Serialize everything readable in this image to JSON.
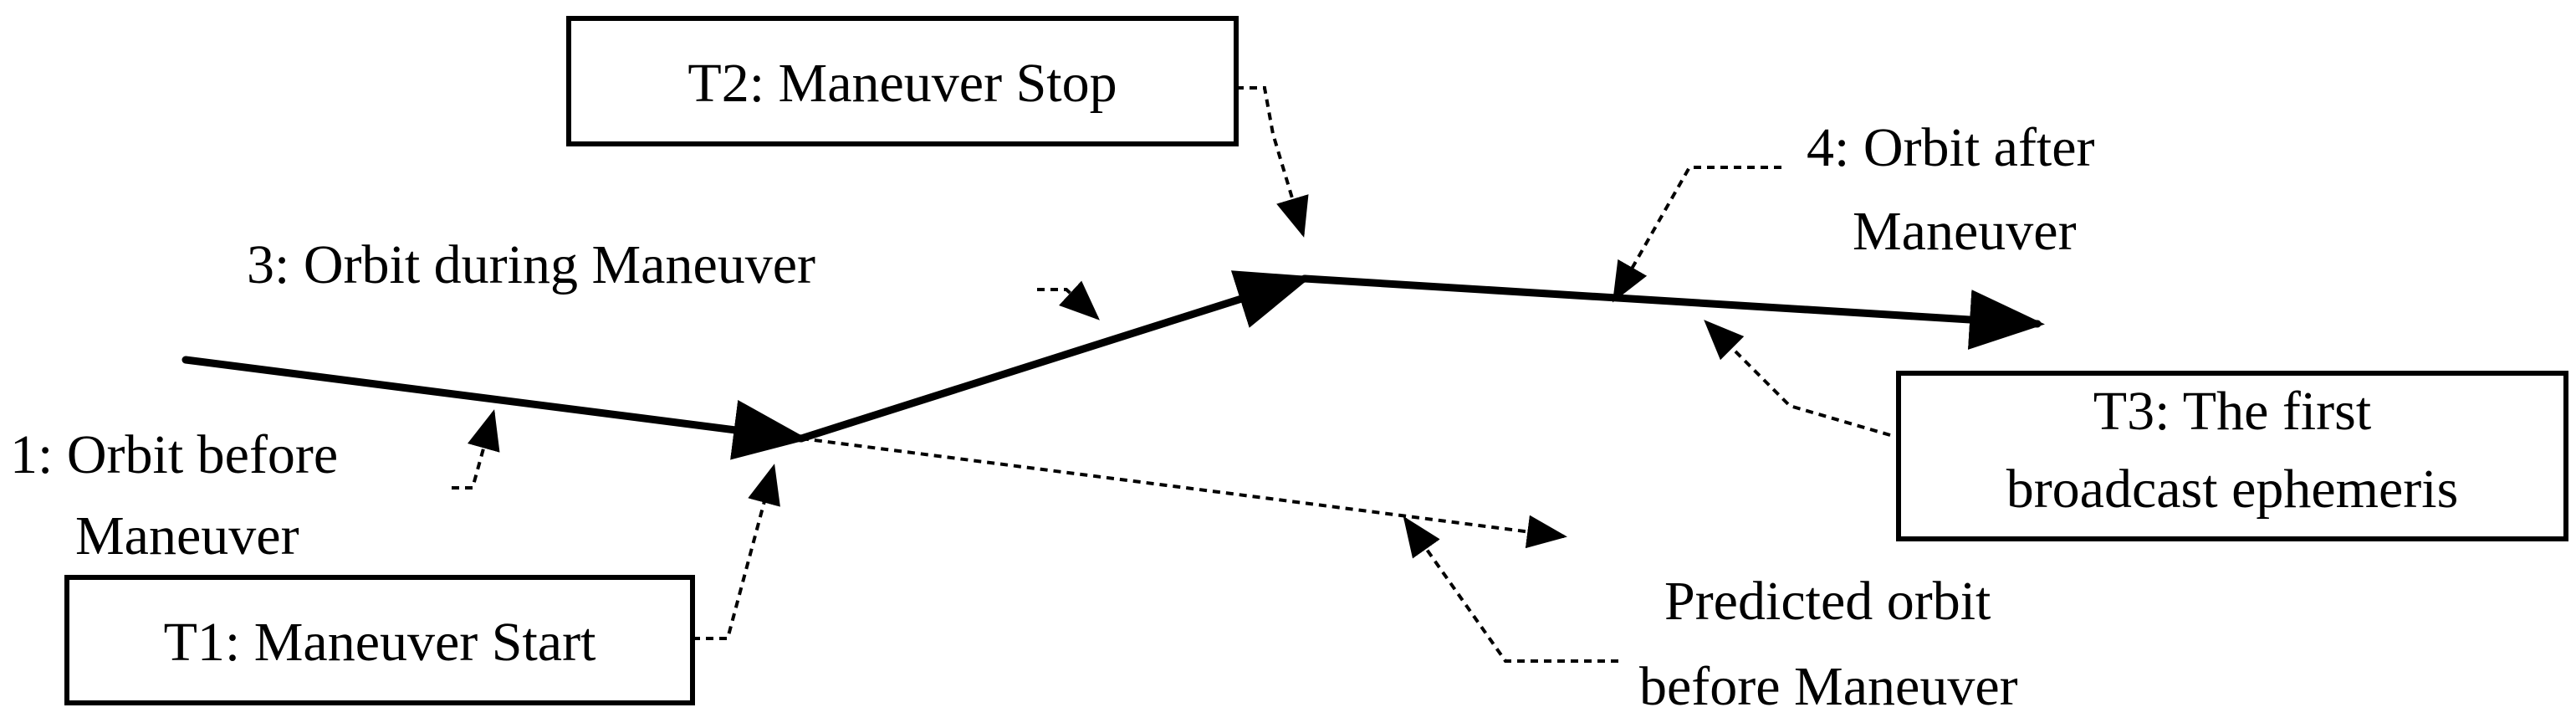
{
  "diagram": {
    "boxes": {
      "t1": "T1: Maneuver Start",
      "t2": "T2: Maneuver Stop",
      "t3_line1": "T3: The first",
      "t3_line2": "broadcast ephemeris"
    },
    "labels": {
      "orbit1_line1": "1: Orbit before",
      "orbit1_line2": "Maneuver",
      "orbit3": "3: Orbit during Maneuver",
      "orbit4_line1": "4: Orbit after",
      "orbit4_line2": "Maneuver",
      "predicted_line1": "Predicted orbit",
      "predicted_line2": "before Maneuver"
    }
  }
}
